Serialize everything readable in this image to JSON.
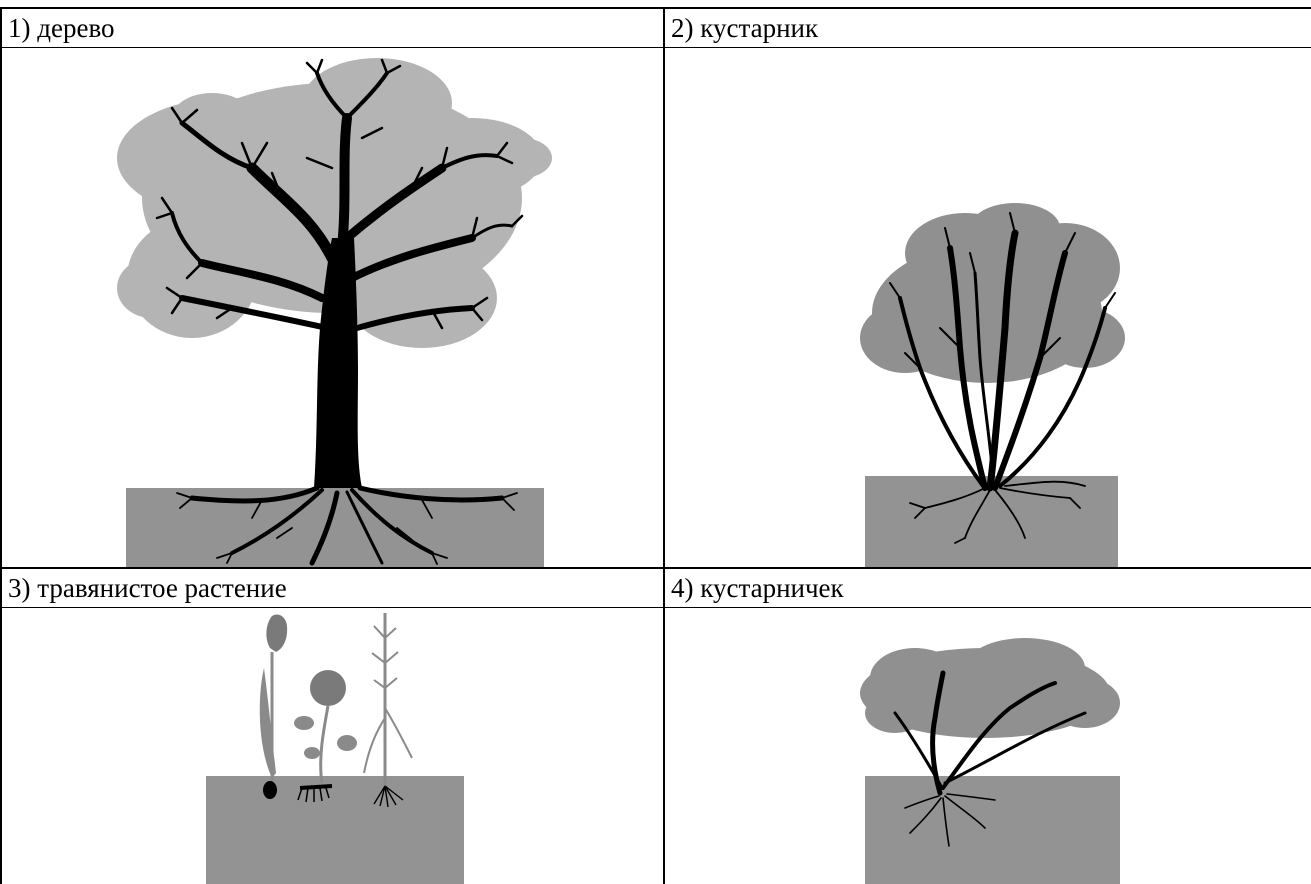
{
  "cells": [
    {
      "label": "1) дерево"
    },
    {
      "label": "2) кустарник"
    },
    {
      "label": "3) травянистое растение"
    },
    {
      "label": "4) кустарничек"
    }
  ],
  "colors": {
    "foliage": "#b4b4b4",
    "foliage_dark": "#909090",
    "soil": "#939393",
    "trunk": "#000000",
    "border": "#000000"
  },
  "icons": [
    "tree-icon",
    "shrub-icon",
    "herbaceous-plants-icon",
    "dwarf-shrub-icon"
  ]
}
